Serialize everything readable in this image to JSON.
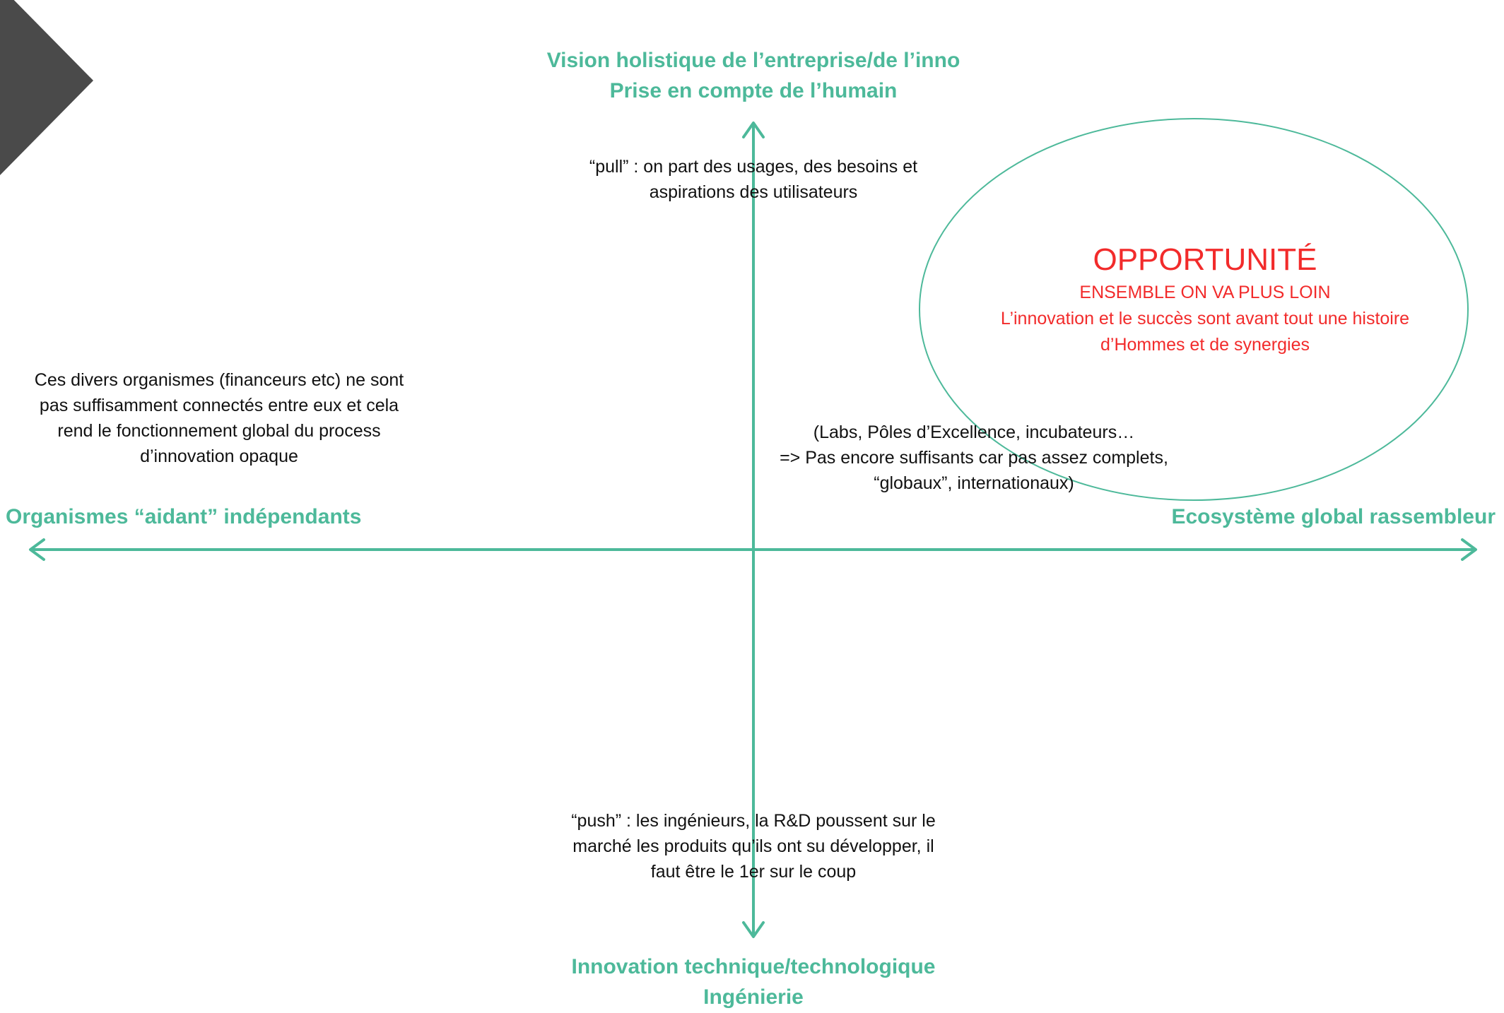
{
  "colors": {
    "accent": "#4DB99A",
    "highlight": "#F22B2B",
    "text": "#111111",
    "corner_shape": "#4A4A4A"
  },
  "axes": {
    "top": [
      "Vision holistique de l’entreprise/de l’inno",
      "Prise en compte de l’humain"
    ],
    "bottom": [
      "Innovation technique/technologique",
      "Ingénierie"
    ],
    "left": "Organismes “aidant” indépendants",
    "right": "Ecosystème global rassembleur"
  },
  "notes": {
    "pull": [
      "“pull” : on part des usages, des besoins et",
      "aspirations des utilisateurs"
    ],
    "push": [
      "“push” : les ingénieurs, la R&D poussent sur le",
      "marché les produits qu’ils ont su développer, il",
      "faut être le 1er sur le coup"
    ],
    "left_quadrant": [
      "Ces divers organismes (financeurs etc) ne sont",
      "pas suffisamment connectés entre eux et cela",
      "rend le fonctionnement global du process",
      "d’innovation opaque"
    ],
    "right_quadrant": [
      "(Labs, Pôles d’Excellence, incubateurs…",
      "=> Pas encore suffisants car pas assez complets,",
      "“globaux”, internationaux)"
    ]
  },
  "opportunity": {
    "title": "OPPORTUNITÉ",
    "subtitle": "ENSEMBLE ON VA PLUS LOIN",
    "body": [
      "L’innovation et le succès sont avant tout une histoire",
      "d’Hommes et de synergies"
    ]
  },
  "decor": {
    "corner_icon": "chevron-right-shape",
    "axis_arrows": "double-headed-arrows"
  }
}
